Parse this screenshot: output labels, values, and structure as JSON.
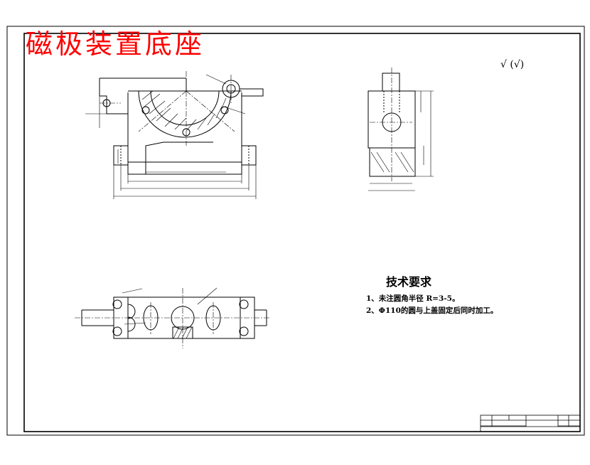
{
  "drawing": {
    "title": "磁极装置底座",
    "roughness_symbol": "√ (√)",
    "tech_requirements": {
      "heading": "技术要求",
      "items": [
        "1、未注圆角半径 R=3-5。",
        "2、Φ110的圆与上盖固定后同时加工。"
      ]
    }
  },
  "colors": {
    "title": "#ff0000",
    "lines": "#000000",
    "hatch": "#000000",
    "background": "#ffffff"
  }
}
